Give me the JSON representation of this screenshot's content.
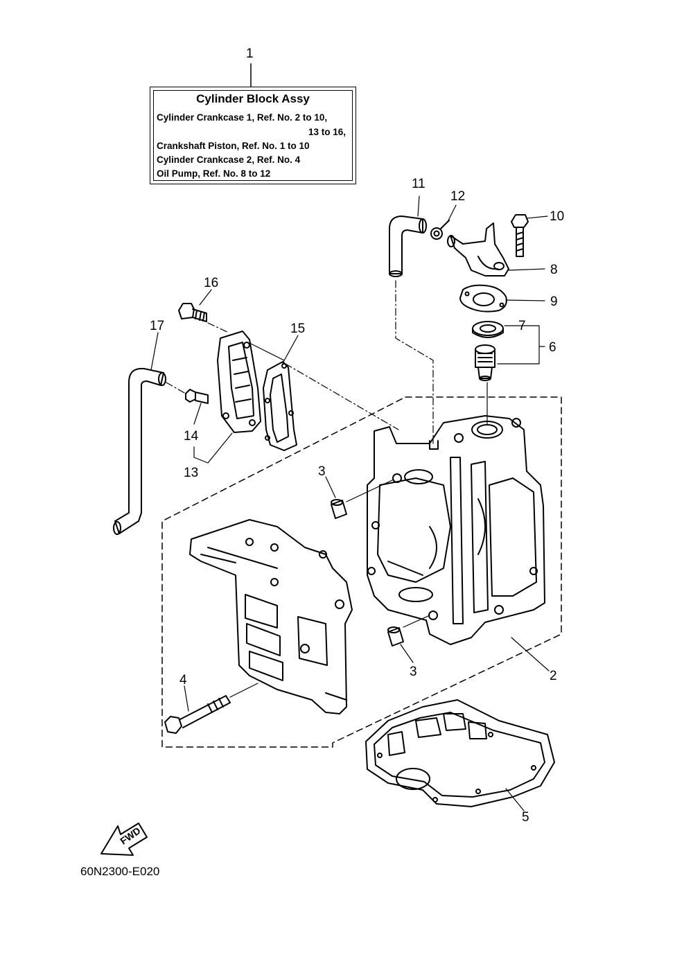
{
  "diagram": {
    "code": "60N2300-E020",
    "fwd_label": "FWD",
    "title_box": {
      "title": "Cylinder Block Assy",
      "lines": [
        "Cylinder Crankcase 1,   Ref. No.  2  to  10,",
        "13  to  16,",
        "Crankshaft Piston,   Ref. No.  1  to  10",
        "Cylinder Crankcase 2,   Ref. No.  4",
        "Oil Pump,   Ref. No.  8  to   12"
      ]
    },
    "callouts": {
      "n1": "1",
      "n2": "2",
      "n3a": "3",
      "n3b": "3",
      "n4": "4",
      "n5": "5",
      "n6": "6",
      "n7": "7",
      "n8": "8",
      "n9": "9",
      "n10": "10",
      "n11": "11",
      "n12": "12",
      "n13": "13",
      "n14": "14",
      "n15": "15",
      "n16": "16",
      "n17": "17"
    }
  }
}
